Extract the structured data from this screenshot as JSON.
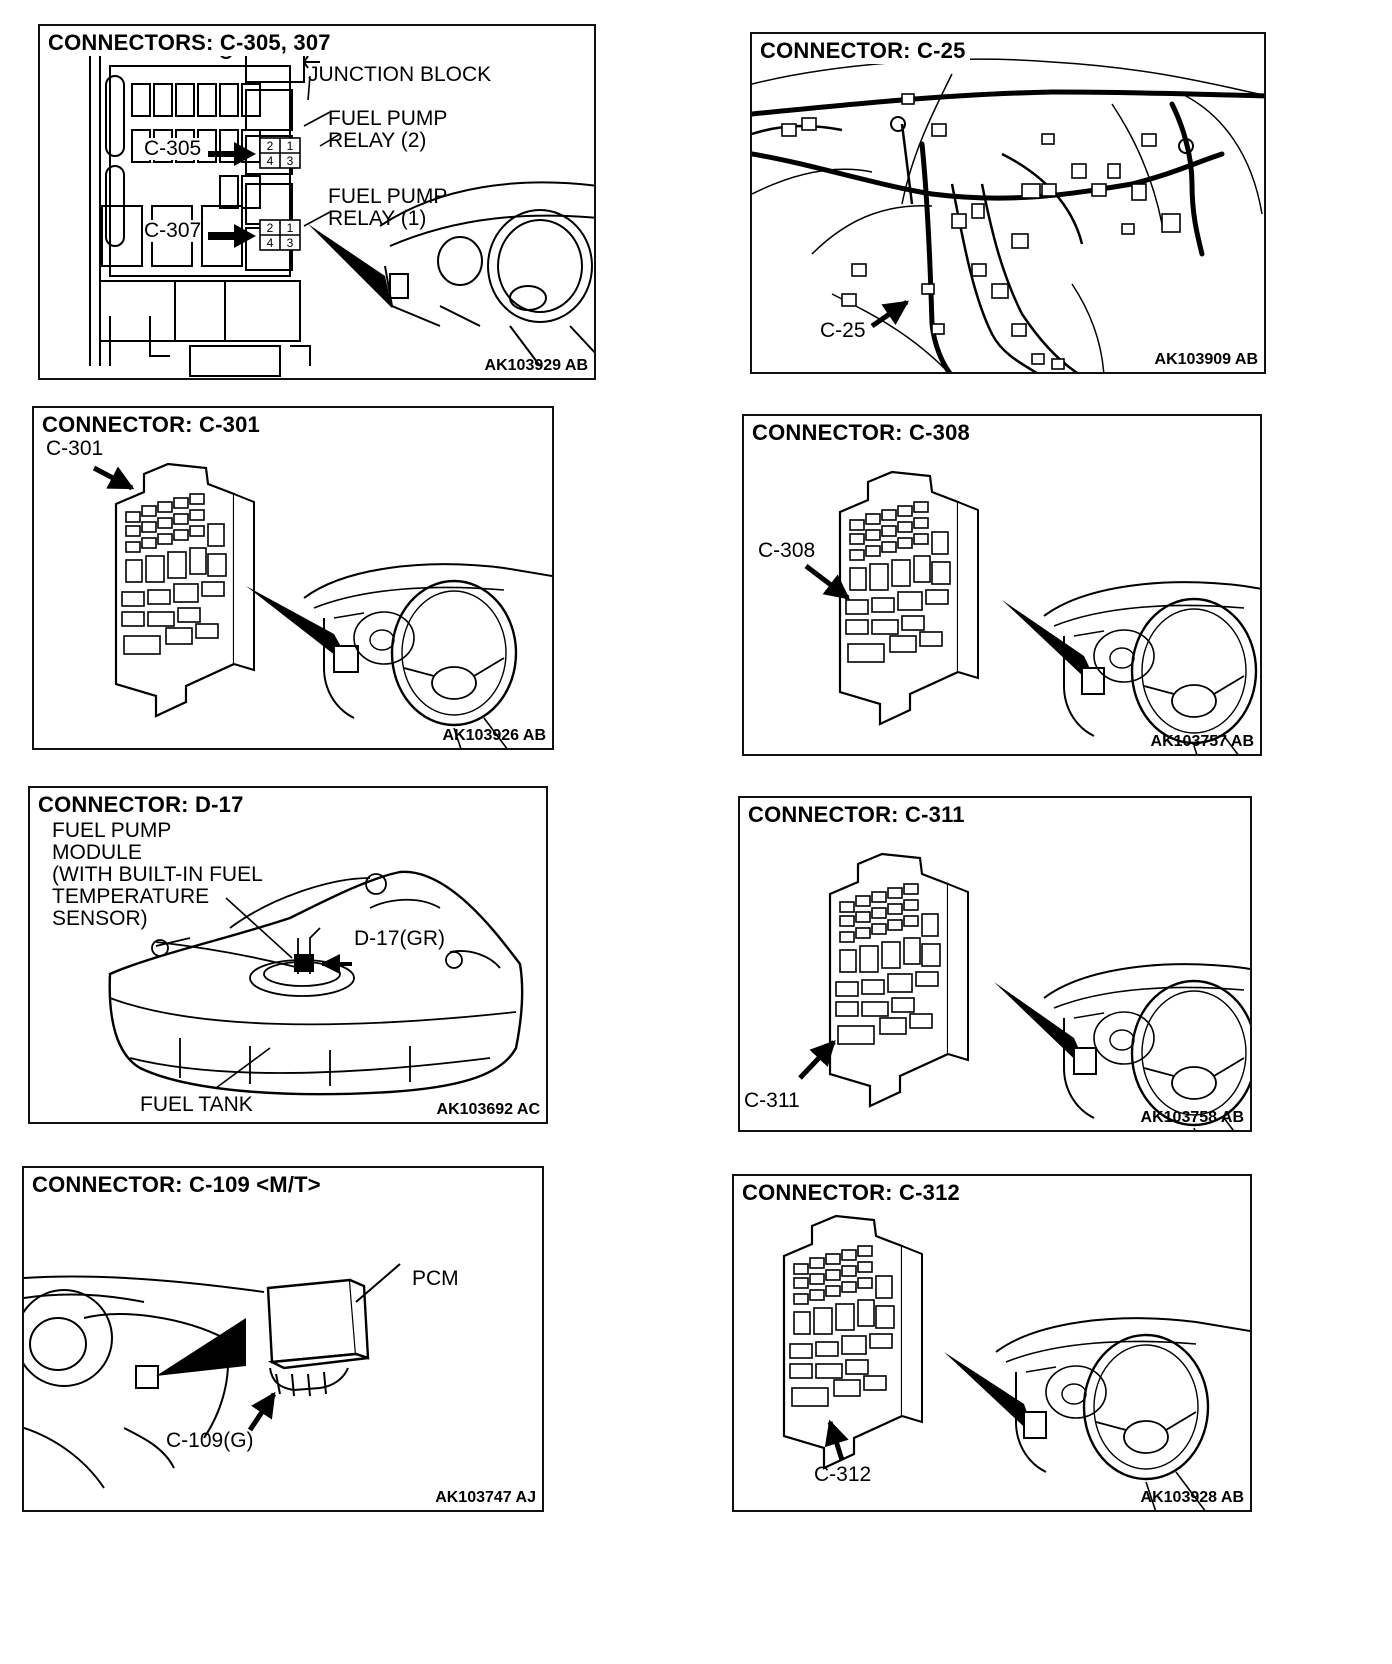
{
  "panels": [
    {
      "id": "c305-307",
      "title": "CONNECTORS: C-305, 307",
      "code": "AK103929 AB",
      "labels": {
        "junction_block": "JUNCTION BLOCK",
        "fuel_pump_relay_2": [
          "FUEL PUMP",
          "RELAY (2)"
        ],
        "fuel_pump_relay_1": [
          "FUEL PUMP",
          "RELAY (1)"
        ],
        "c305": "C-305",
        "c307": "C-307",
        "relay_pins": [
          "2",
          "1",
          "4",
          "3"
        ]
      }
    },
    {
      "id": "c25",
      "title": "CONNECTOR: C-25",
      "code": "AK103909 AB",
      "labels": {
        "c25": "C-25"
      }
    },
    {
      "id": "c301",
      "title": "CONNECTOR: C-301",
      "code": "AK103926 AB",
      "labels": {
        "c301": "C-301"
      }
    },
    {
      "id": "c308",
      "title": "CONNECTOR: C-308",
      "code": "AK103757 AB",
      "labels": {
        "c308": "C-308"
      }
    },
    {
      "id": "d17",
      "title": "CONNECTOR: D-17",
      "code": "AK103692 AC",
      "labels": {
        "module": [
          "FUEL PUMP",
          "MODULE",
          "(WITH BUILT-IN FUEL",
          "TEMPERATURE",
          "SENSOR)"
        ],
        "d17": "D-17(GR)",
        "fuel_tank": "FUEL TANK"
      }
    },
    {
      "id": "c311",
      "title": "CONNECTOR: C-311",
      "code": "AK103758 AB",
      "labels": {
        "c311": "C-311"
      }
    },
    {
      "id": "c109",
      "title": "CONNECTOR: C-109 <M/T>",
      "code": "AK103747 AJ",
      "labels": {
        "pcm": "PCM",
        "c109": "C-109(G)"
      }
    },
    {
      "id": "c312",
      "title": "CONNECTOR: C-312",
      "code": "AK103928 AB",
      "labels": {
        "c312": "C-312"
      }
    }
  ]
}
